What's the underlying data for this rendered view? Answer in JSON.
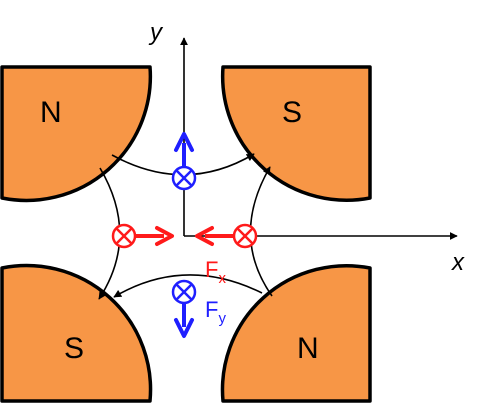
{
  "axes": {
    "x_label": "x",
    "y_label": "y"
  },
  "poles": {
    "top_left": "N",
    "top_right": "S",
    "bottom_left": "S",
    "bottom_right": "N"
  },
  "forces": {
    "fx_main": "F",
    "fx_sub": "x",
    "fy_main": "F",
    "fy_sub": "y"
  },
  "colors": {
    "pole_fill": "#F79646",
    "pole_stroke": "#000000",
    "red": "#ff1a1a",
    "blue": "#1f1fff",
    "axis": "#000000"
  }
}
